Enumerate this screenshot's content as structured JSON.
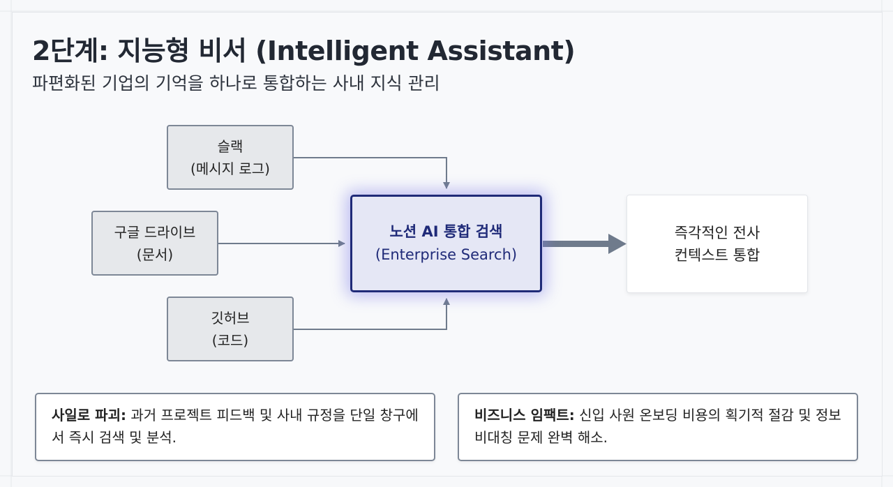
{
  "title": "2단계: 지능형 비서 (Intelligent Assistant)",
  "subtitle": "파편화된 기업의 기억을 하나로 통합하는 사내 지식 관리",
  "sources": [
    {
      "line1": "슬랙",
      "line2": "(메시지 로그)"
    },
    {
      "line1": "구글 드라이브",
      "line2": "(문서)"
    },
    {
      "line1": "깃허브",
      "line2": "(코드)"
    }
  ],
  "hub": {
    "line1": "노션 AI 통합 검색",
    "line2": "(Enterprise Search)"
  },
  "output": {
    "line1": "즉각적인 전사",
    "line2": "컨텍스트 통합"
  },
  "callouts": [
    {
      "label": "사일로 파괴:",
      "text": " 과거 프로젝트 피드백 및 사내 규정을 단일 창구에서 즉시 검색 및 분석."
    },
    {
      "label": "비즈니스 임팩트:",
      "text": " 신입 사원 온보딩 비용의 획기적 절감 및 정보 비대칭 문제 완벽 해소."
    }
  ],
  "colors": {
    "hub_border": "#1f2a78",
    "connector": "#6f7b8c",
    "source_border": "#7d8796"
  }
}
